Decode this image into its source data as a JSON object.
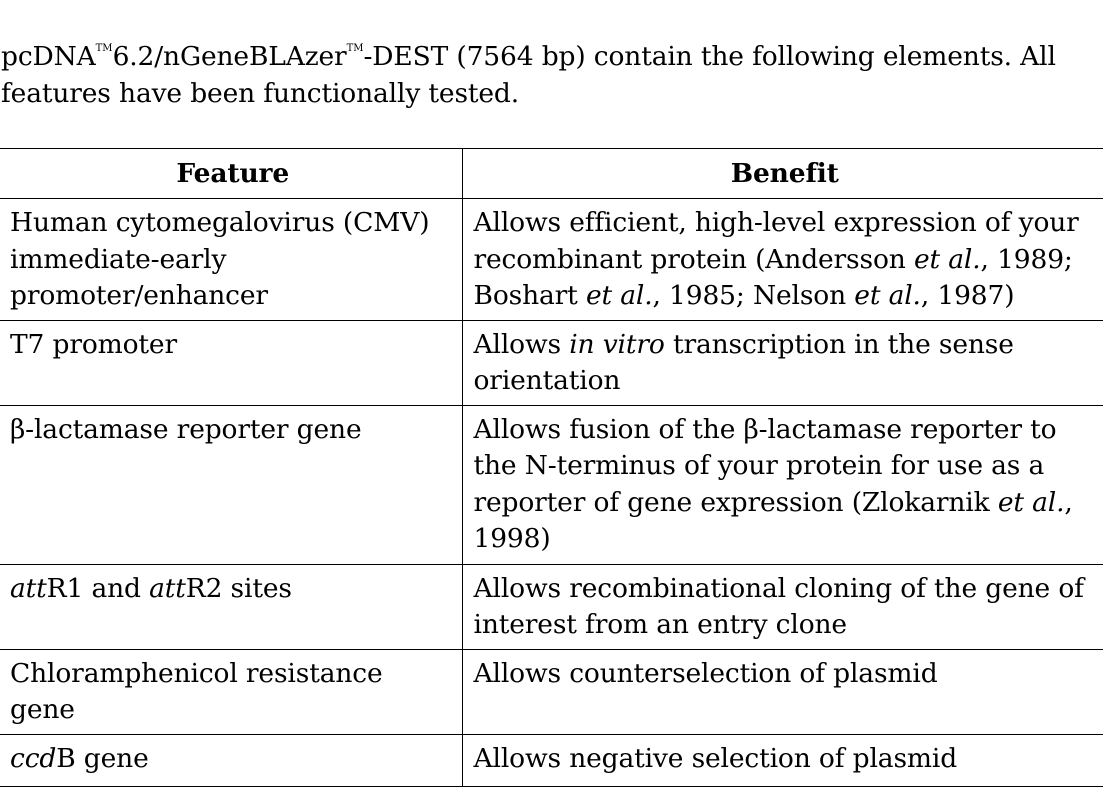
{
  "intro": {
    "part1": "pcDNA",
    "tm1": "TM",
    "part2": "6.2/nGeneBLAzer",
    "tm2": "TM",
    "part3": "-DEST (7564 bp) contain the following elements. All features have been functionally tested."
  },
  "table": {
    "headers": {
      "feature": "Feature",
      "benefit": "Benefit"
    },
    "rows": [
      {
        "feature": "Human cytomegalovirus (CMV) immediate-early promoter/enhancer",
        "benefit": {
          "s1": "Allows efficient, high-level expression of your recombinant protein (Andersson ",
          "i1": "et al.",
          "s2": ", 1989; Boshart ",
          "i2": "et al.",
          "s3": ", 1985; Nelson ",
          "i3": "et al.",
          "s4": ", 1987)"
        }
      },
      {
        "feature": "T7 promoter",
        "benefit": {
          "s1": "Allows ",
          "i1": "in vitro",
          "s2": " transcription in the sense orientation"
        }
      },
      {
        "feature": "β-lactamase reporter gene",
        "benefit": {
          "s1": "Allows fusion of the β-lactamase reporter to the N-terminus of your protein for use as a reporter of gene expression (Zlokarnik ",
          "i1": "et al.",
          "s2": ", 1998)"
        }
      },
      {
        "feature": {
          "i1": "att",
          "s1": "R1 and ",
          "i2": "att",
          "s2": "R2 sites"
        },
        "benefit": "Allows recombinational cloning of the gene of interest from an entry clone"
      },
      {
        "feature": "Chloramphenicol resistance gene",
        "benefit": "Allows counterselection of plasmid"
      },
      {
        "feature": {
          "i1": "ccd",
          "s1": "B gene"
        },
        "benefit": "Allows negative selection of plasmid"
      }
    ]
  }
}
